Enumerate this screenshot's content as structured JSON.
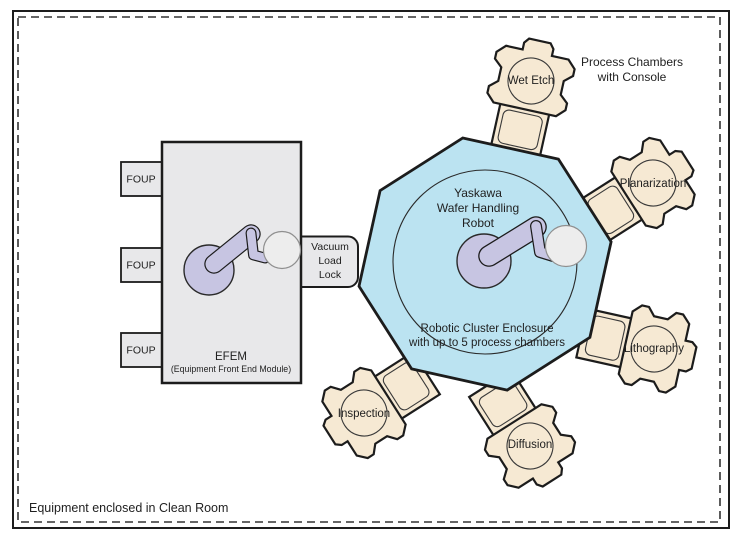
{
  "diagram": {
    "clean_room_note": "Equipment enclosed in Clean Room",
    "process_chambers_note": [
      "Process Chambers",
      "with Console"
    ]
  },
  "foups": [
    "FOUP",
    "FOUP",
    "FOUP"
  ],
  "efem": {
    "title": "EFEM",
    "subtitle": "(Equipment Front End Module)"
  },
  "load_lock": [
    "Vacuum",
    "Load",
    "Lock"
  ],
  "cluster": {
    "robot_label": [
      "Yaskawa",
      "Wafer Handling",
      "Robot"
    ],
    "enclosure_label": [
      "Robotic Cluster Enclosure",
      "with up to 5 process chambers"
    ]
  },
  "chambers": [
    "Wet Etch",
    "Planarization",
    "Lithography",
    "Diffusion",
    "Inspection"
  ],
  "colors": {
    "enclosure": "#bbe3f1",
    "chamber": "#f6e9d3",
    "equipment": "#e8e8ea",
    "robot": "#c7c5e2",
    "wafer": "#ededed",
    "outline": "#1c1c1c",
    "text": "#1f1f1f"
  }
}
